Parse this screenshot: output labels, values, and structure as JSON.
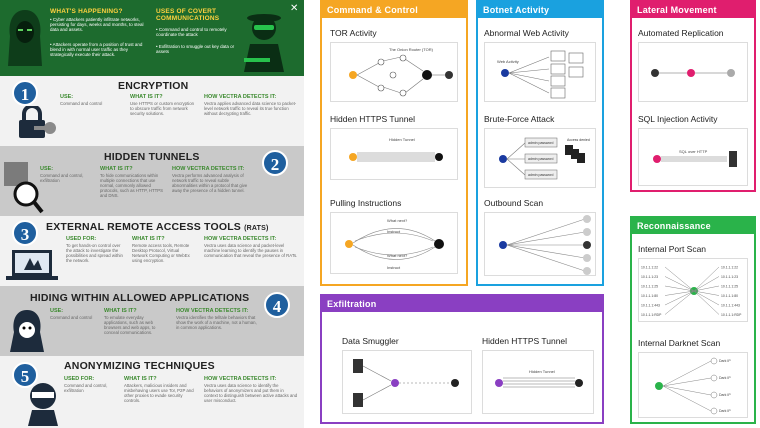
{
  "infographic": {
    "intro": {
      "whats_happening": "WHAT'S HAPPENING?",
      "uses_heading": "USES OF COVERT COMMUNICATIONS",
      "bullets_left": [
        "• Cyber attackers patiently infiltrate networks, persisting for days, weeks and months, to steal data and assets.",
        "• Attackers operate from a position of trust and blend in with normal user traffic as they strategically execute their attack."
      ],
      "bullets_right": [
        "• Command and control to remotely coordinate the attack",
        "• Exfiltration to smuggle out key data or assets"
      ]
    },
    "sections": [
      {
        "num": "1",
        "title": "ENCRYPTION",
        "c1h": "USE:",
        "c1": "Command and control",
        "c2h": "WHAT IS IT?",
        "c2": "Use HTTPS or custom encryption to obscure traffic from network security solutions.",
        "c3h": "HOW VECTRA DETECTS IT:",
        "c3": "Vectra applies advanced data science to packet-level network traffic to reveal its true function without decrypting traffic."
      },
      {
        "num": "2",
        "title": "HIDDEN TUNNELS",
        "c1h": "USE:",
        "c1": "Command and control, exfiltration",
        "c2h": "WHAT IS IT?",
        "c2": "To hide communications within multiple connections that use normal, commonly allowed protocols, such as HTTP, HTTPS and DNS.",
        "c3h": "HOW VECTRA DETECTS IT:",
        "c3": "Vectra performs advanced analysis of network traffic to reveal subtle abnormalities within a protocol that give away the presence of a hidden tunnel."
      },
      {
        "num": "3",
        "title": "EXTERNAL REMOTE ACCESS TOOLS",
        "suffix": "(RATS)",
        "c1h": "USED FOR:",
        "c1": "To get hands-on control over the attack to investigate the possibilities and spread within the network.",
        "c2h": "WHAT IS IT?",
        "c2": "Remote access tools, Remote Desktop Protocol, Virtual Network Computing or WebEx using encryption.",
        "c3h": "HOW VECTRA DETECTS IT:",
        "c3": "Vectra uses data science and packet-level machine learning to identify the pauses in communication that reveal the presence of RATs."
      },
      {
        "num": "4",
        "title": "HIDING WITHIN ALLOWED APPLICATIONS",
        "c1h": "USE:",
        "c1": "Command and control",
        "c2h": "WHAT IS IT?",
        "c2": "To emulate everyday applications, such as web browsers and web apps, to conceal communications.",
        "c3h": "HOW VECTRA DETECTS IT:",
        "c3": "Vectra identifies the telltale behaviors that show the work of a machine, not a human, in common applications."
      },
      {
        "num": "5",
        "title": "ANONYMIZING TECHNIQUES",
        "c1h": "USED FOR:",
        "c1": "Command and control, exfiltration",
        "c2h": "WHAT IS IT?",
        "c2": "Attackers, malicious insiders and misbehaving users use Tor, P2P and other proxies to evade security controls.",
        "c3h": "HOW VECTRA DETECTS IT:",
        "c3": "Vectra uses data science to identify the behaviors of anonymizers and put them in context to distinguish between active attacks and user misconduct."
      }
    ]
  },
  "panels": {
    "cc": {
      "title": "Command & Control",
      "color": "#f5a623",
      "items": [
        "TOR Activity",
        "Hidden HTTPS Tunnel",
        "Pulling Instructions"
      ]
    },
    "botnet": {
      "title": "Botnet Activity",
      "color": "#1aa1df",
      "items": [
        "Abnormal Web Activity",
        "Brute-Force Attack",
        "Outbound Scan"
      ]
    },
    "lateral": {
      "title": "Lateral Movement",
      "color": "#e01e6e",
      "items": [
        "Automated Replication",
        "SQL Injection Activity"
      ]
    },
    "exfil": {
      "title": "Exfiltration",
      "color": "#8a3fc2",
      "items": [
        "Data Smuggler",
        "Hidden HTTPS Tunnel"
      ]
    },
    "recon": {
      "title": "Reconnaissance",
      "color": "#2ab34a",
      "items": [
        "Internal Port Scan",
        "Internal Darknet Scan"
      ]
    }
  },
  "diagram_labels": {
    "tor_router": "The Onion Router (TOR)",
    "hidden_tunnel": "Hidden Tunnel",
    "what_next_1": "What next?",
    "instruct_1": "Instruct",
    "what_next_2": "What next?",
    "instruct_2": "Instruct",
    "web_activity": "Web Activity",
    "admin_password": "admin password",
    "access_denied": "Access denied",
    "sql_over_http": "SQL over HTTP",
    "dark_ip": "Dark IP",
    "ip_list": [
      "10.1.1.1:22",
      "10.1.1.1:23",
      "10.1.1.1:25",
      "10.1.1.1:80",
      "10.1.1.1:443",
      "10.1.1.1:RDP"
    ]
  }
}
